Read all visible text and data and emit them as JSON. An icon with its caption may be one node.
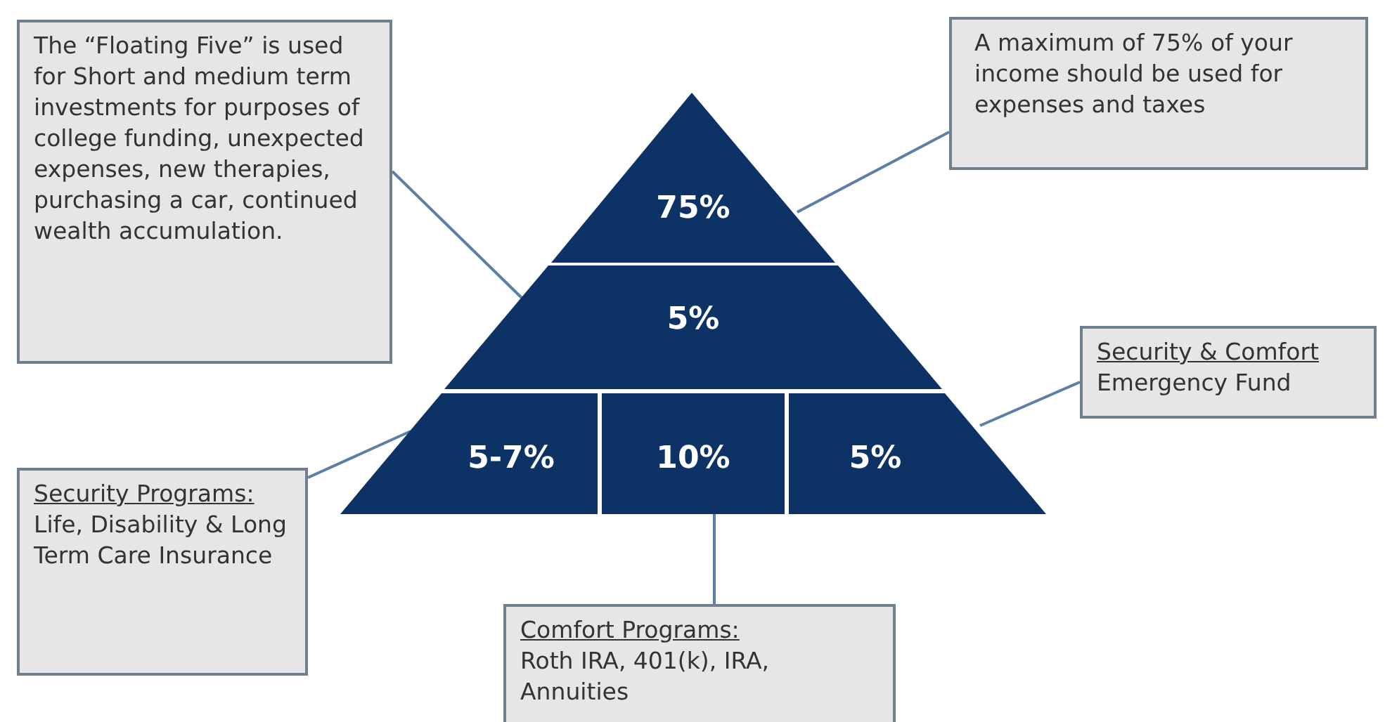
{
  "diagram": {
    "nodes": [
      {
        "text": [
          "The “Floating Five” is used for Short and medium term investments for purposes of college funding, unexpected expenses, new therapies, purchasing a car, continued wealth accumulation."
        ]
      },
      {
        "text": [
          "A maximum of 75% of your income should be used for expenses and taxes"
        ]
      },
      {
        "text": [
          "75%"
        ]
      },
      {
        "text": [
          "5%"
        ]
      },
      {
        "text": [
          "Security & Comfort",
          "Emergency Fund"
        ]
      },
      {
        "text": [
          "5-7%"
        ]
      },
      {
        "text": [
          "10%"
        ]
      },
      {
        "text": [
          "5%"
        ]
      },
      {
        "text": [
          "Security Programs:",
          "Life, Disability & Long Term Care Insurance"
        ]
      },
      {
        "text": [
          "Comfort Programs:",
          "Roth IRA, 401(k), IRA, Annuities"
        ]
      }
    ],
    "edges": [
      {
        "from": 0,
        "to": 3,
        "arrow": "none"
      },
      {
        "from": 1,
        "to": 2,
        "arrow": "none"
      },
      {
        "from": 4,
        "to": 7,
        "arrow": "none"
      },
      {
        "from": 8,
        "to": 5,
        "arrow": "none"
      },
      {
        "from": 9,
        "to": 6,
        "arrow": "none"
      }
    ]
  }
}
